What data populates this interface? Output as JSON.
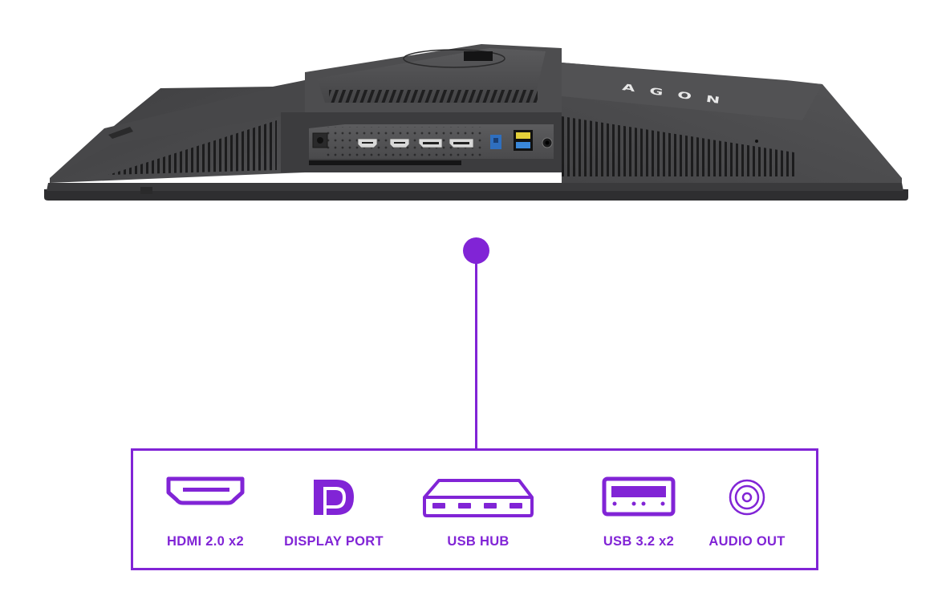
{
  "product": {
    "brand_logo": "AGON",
    "view": "monitor bottom view with rear I/O panel"
  },
  "rear_panel_ports": [
    "dc-power-in",
    "hdmi-1",
    "hdmi-2",
    "displayport-1",
    "displayport-2",
    "usb-b-upstream",
    "usb-a-yellow",
    "usb-a-blue",
    "audio-jack"
  ],
  "connectivity": {
    "accent_color": "#8124d6",
    "items": [
      {
        "icon": "hdmi-icon",
        "label": "HDMI 2.0 x2"
      },
      {
        "icon": "displayport-icon",
        "label": "DISPLAY PORT"
      },
      {
        "icon": "usb-hub-icon",
        "label": "USB HUB"
      },
      {
        "icon": "usb-port-icon",
        "label": "USB 3.2 x2"
      },
      {
        "icon": "audio-out-icon",
        "label": "AUDIO OUT"
      }
    ]
  },
  "colors": {
    "accent": "#8124d6",
    "monitor_body": "#4a4a4c",
    "monitor_dark": "#2a2a2b",
    "background": "#ffffff"
  }
}
